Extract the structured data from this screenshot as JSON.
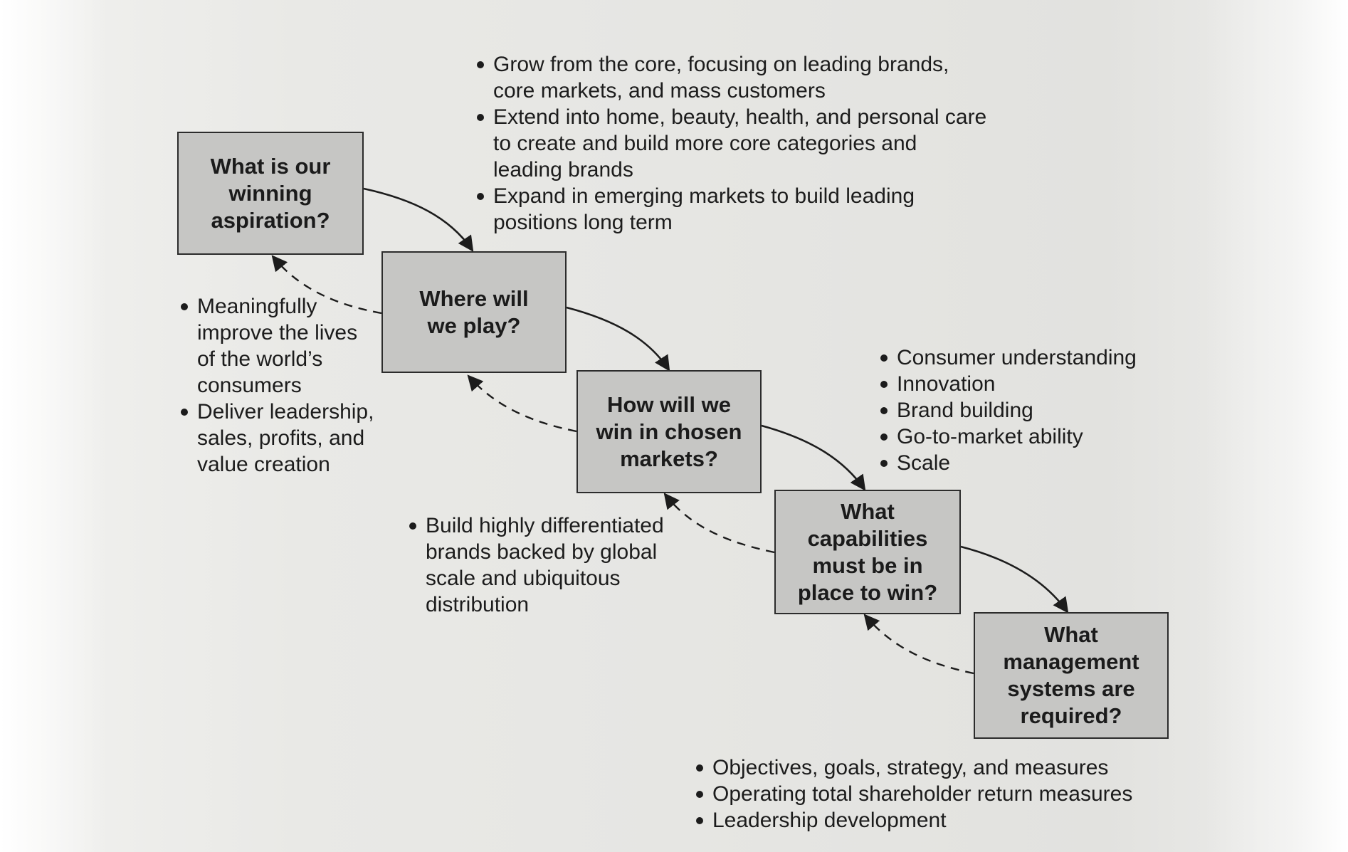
{
  "boxes": [
    {
      "id": "aspiration",
      "label": "What is our winning aspiration?"
    },
    {
      "id": "where-to-play",
      "label": "Where will we play?"
    },
    {
      "id": "how-to-win",
      "label": "How will we win in chosen markets?"
    },
    {
      "id": "capabilities",
      "label": "What capabilities must be in place to win?"
    },
    {
      "id": "management-systems",
      "label": "What management systems are required?"
    }
  ],
  "notes": {
    "where_to_play": [
      "Grow from the core, focusing on leading brands, core markets, and mass customers",
      "Extend into home, beauty, health, and personal care to create and build more core categories and leading brands",
      "Expand in emerging markets to build leading positions long term"
    ],
    "aspiration": [
      "Meaningfully improve the lives of the world’s consumers",
      "Deliver leadership, sales, profits, and value creation"
    ],
    "how_to_win": [
      "Build highly differentiated brands backed by global scale and ubiquitous distribution"
    ],
    "capabilities": [
      "Consumer understanding",
      "Innovation",
      "Brand building",
      "Go-to-market ability",
      "Scale"
    ],
    "management_systems": [
      "Objectives, goals, strategy, and measures",
      "Operating total shareholder return measures",
      "Leadership development"
    ]
  },
  "colors": {
    "box_fill": "#c6c6c4",
    "box_border": "#2c2c2c",
    "text": "#1c1c1c",
    "paper": "#e6e6e3"
  }
}
